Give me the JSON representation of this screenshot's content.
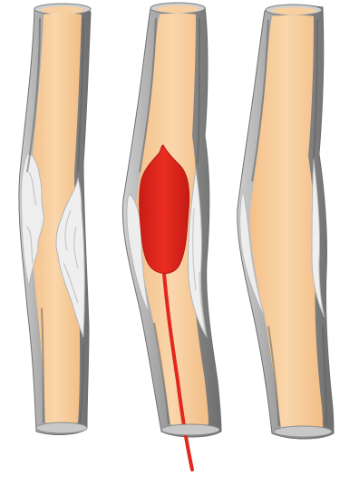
{
  "colors": {
    "background": "#ffffff",
    "vessel_wall": "#a3a3a3",
    "vessel_wall_dark": "#5e5e5e",
    "vessel_edge_light": "#e6e6e6",
    "lumen": "#f8cf9f",
    "plaque": "#ececec",
    "plaque_shadow": "#bdbdbd",
    "balloon": "#e1271e",
    "catheter": "#e1271e"
  },
  "panels": [
    {
      "id": "narrowed-artery",
      "icon": "artery-with-plaque-icon"
    },
    {
      "id": "balloon-inflation",
      "icon": "artery-with-balloon-catheter-icon"
    },
    {
      "id": "widened-artery",
      "icon": "artery-after-angioplasty-icon"
    }
  ]
}
